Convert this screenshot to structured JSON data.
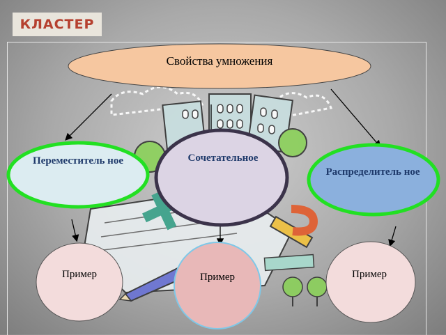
{
  "header": {
    "badge": "КЛАСТЕР"
  },
  "diagram": {
    "title": "Свойства умножения",
    "properties": [
      {
        "id": "commutative",
        "label": "Переместитель ное"
      },
      {
        "id": "associative",
        "label": "Сочетательное"
      },
      {
        "id": "distributive",
        "label": "Распределитель ное"
      }
    ],
    "examples": [
      {
        "id": "example-left",
        "label": "Пример"
      },
      {
        "id": "example-center",
        "label": "Пример"
      },
      {
        "id": "example-right",
        "label": "Пример"
      }
    ]
  },
  "colors": {
    "title_fill": "#f6c7a0",
    "commutative_fill": "#dcecf1",
    "associative_fill": "#dcd4e4",
    "distributive_fill": "#8bb0dd",
    "green_border": "#22e022",
    "associative_border": "#3b334a",
    "example_fill": "#f3dcdc",
    "example_center_fill": "#e8b8b8"
  }
}
